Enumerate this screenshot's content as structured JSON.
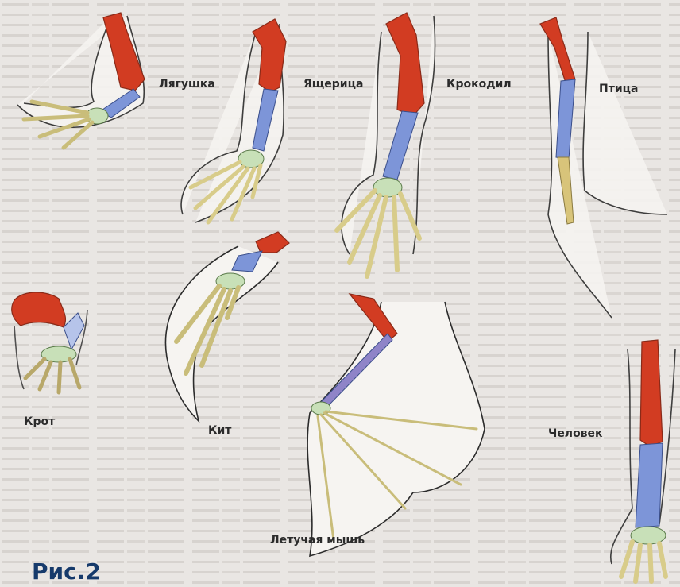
{
  "figure_label": "Рис.2",
  "colors": {
    "humerus": "#d23c22",
    "forearm": "#7d95d8",
    "carpals": "#c8e0b8",
    "digits": "#efe6a8",
    "outline": "#2c2c2c",
    "background": "#e9e6e3"
  },
  "animals": [
    {
      "id": "frog",
      "label": "Лягушка"
    },
    {
      "id": "lizard",
      "label": "Ящерица"
    },
    {
      "id": "crocodile",
      "label": "Крокодил"
    },
    {
      "id": "bird",
      "label": "Птица"
    },
    {
      "id": "mole",
      "label": "Крот"
    },
    {
      "id": "whale",
      "label": "Кит"
    },
    {
      "id": "bat",
      "label": "Летучая мышь"
    },
    {
      "id": "human",
      "label": "Человек"
    }
  ]
}
